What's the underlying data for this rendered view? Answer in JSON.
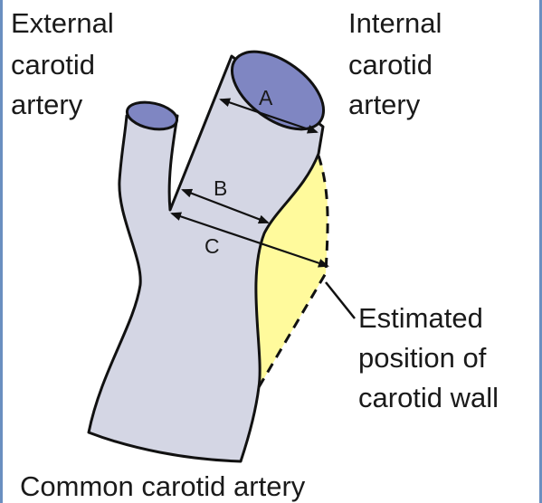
{
  "labels": {
    "external_line1": "External",
    "external_line2": "carotid",
    "external_line3": "artery",
    "internal_line1": "Internal",
    "internal_line2": "carotid",
    "internal_line3": "artery",
    "estimated_line1": "Estimated",
    "estimated_line2": "position of",
    "estimated_line3": "carotid wall",
    "common": "Common carotid artery"
  },
  "measurements": {
    "a": "A",
    "b": "B",
    "c": "C"
  },
  "colors": {
    "artery_fill": "#d4d6e4",
    "artery_opening": "#7f86c2",
    "plaque_fill": "#fffa9c",
    "outline": "#111111",
    "frame": "#6a8fc0"
  }
}
